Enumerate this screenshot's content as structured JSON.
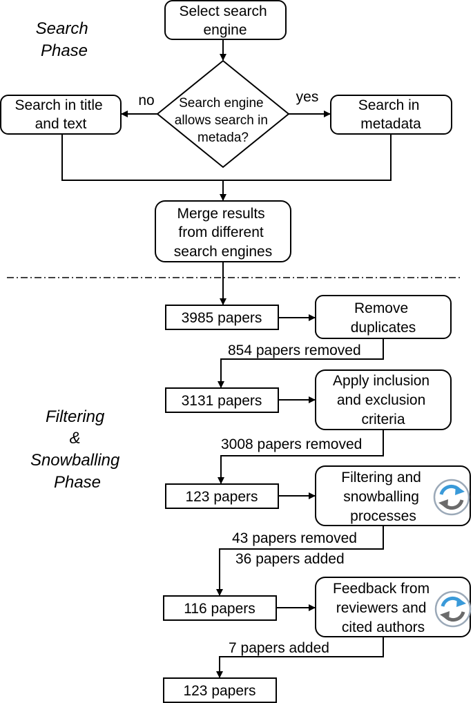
{
  "phases": {
    "search": [
      "Search",
      "Phase"
    ],
    "filtering": [
      "Filtering",
      "&",
      "Snowballing",
      "Phase"
    ]
  },
  "search_nodes": {
    "select_engine": [
      "Select search",
      "engine"
    ],
    "decision": [
      "Search engine",
      "allows search in",
      "metada?"
    ],
    "title_text": [
      "Search in title",
      "and text"
    ],
    "metadata": [
      "Search in",
      "metadata"
    ],
    "merge": [
      "Merge results",
      "from different",
      "search engines"
    ]
  },
  "branch_labels": {
    "no": "no",
    "yes": "yes"
  },
  "counts": [
    "3985 papers",
    "3131 papers",
    "123 papers",
    "116 papers",
    "123 papers"
  ],
  "actions": {
    "remove_duplicates": [
      "Remove",
      "duplicates"
    ],
    "apply_criteria": [
      "Apply inclusion",
      "and exclusion",
      "criteria"
    ],
    "filtering_snowballing": [
      "Filtering and",
      "snowballing",
      "processes"
    ],
    "feedback": [
      "Feedback from",
      "reviewers and",
      "cited authors"
    ]
  },
  "transitions": {
    "t1": [
      "854 papers removed"
    ],
    "t2": [
      "3008 papers removed"
    ],
    "t3": [
      "43 papers removed",
      "36 papers added"
    ],
    "t4": [
      "7 papers added"
    ]
  },
  "icons": [
    "refresh-cycle-icon"
  ],
  "colors": {
    "icon_blue": "#3a9ad9",
    "icon_grey": "#6b6b6b",
    "ring": "#9ba9b8"
  }
}
